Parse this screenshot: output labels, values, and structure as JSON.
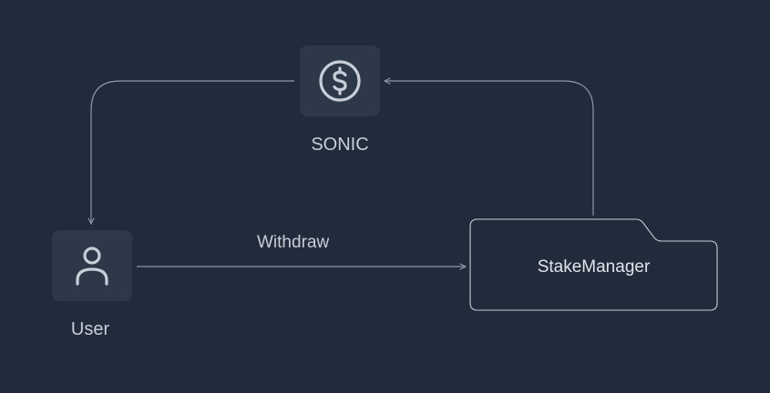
{
  "nodes": {
    "sonic": {
      "label": "SONIC",
      "icon": "dollar-coin-icon"
    },
    "user": {
      "label": "User",
      "icon": "user-icon"
    },
    "stake_manager": {
      "label": "StakeManager",
      "icon": "folder-icon"
    }
  },
  "edges": [
    {
      "from": "user",
      "to": "stake_manager",
      "label": "Withdraw"
    },
    {
      "from": "stake_manager",
      "to": "sonic",
      "label": ""
    },
    {
      "from": "sonic",
      "to": "user",
      "label": ""
    }
  ],
  "colors": {
    "background": "#222b3b",
    "tile": "#2d3848",
    "stroke": "#8e98a6",
    "text": "#c7ced8"
  }
}
